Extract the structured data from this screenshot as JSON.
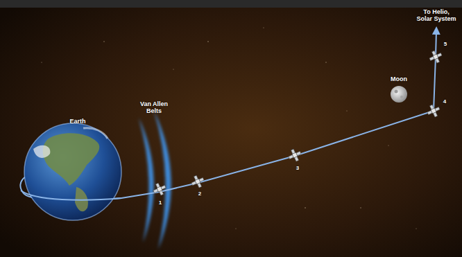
{
  "diagram": {
    "labels": [
      "Earth",
      "Van Allen Belts",
      "1",
      "2",
      "3",
      "4",
      "5",
      "Moon",
      "To Helio, Solar System"
    ]
  }
}
